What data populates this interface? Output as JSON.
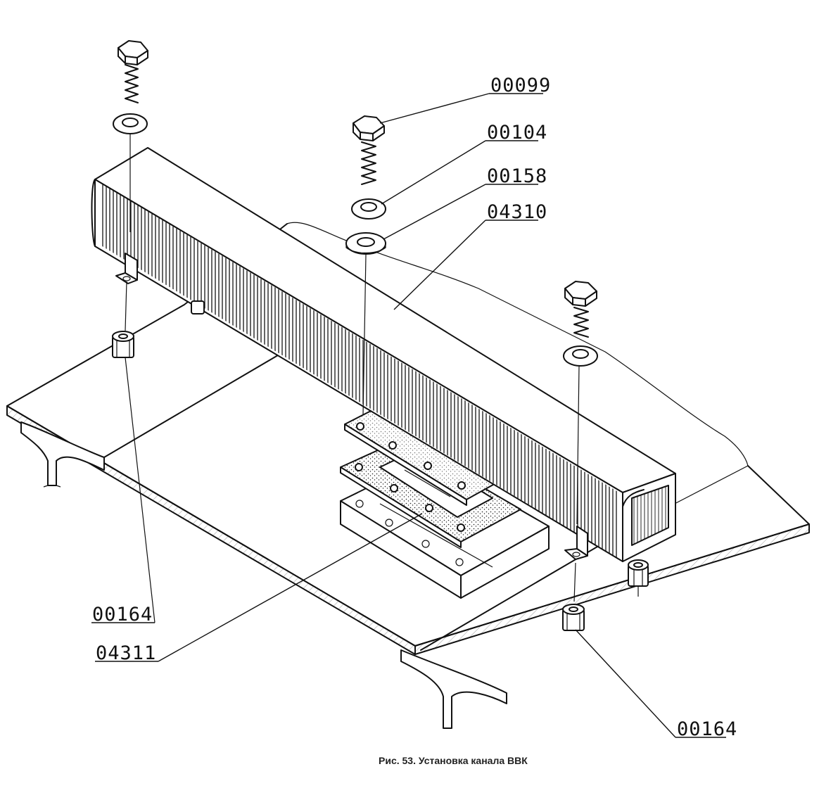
{
  "figure": {
    "caption": "Рис. 53. Установка канала ВВК",
    "part_labels": {
      "bolt": "00099",
      "spring_washer": "00104",
      "flat_washer": "00158",
      "channel": "04310",
      "adapter_plate": "04311",
      "standoff_left": "00164",
      "standoff_right": "00164"
    }
  }
}
